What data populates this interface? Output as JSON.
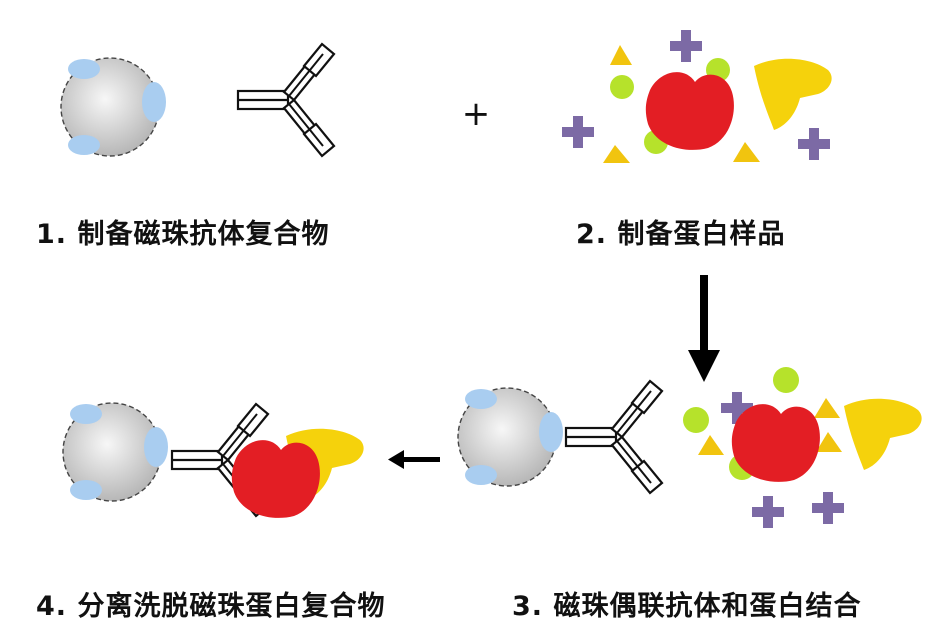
{
  "steps": [
    {
      "number": "1.",
      "caption": "1. 制备磁珠抗体复合物"
    },
    {
      "number": "2.",
      "caption": "2. 制备蛋白样品"
    },
    {
      "number": "3.",
      "caption": "3. 磁珠偶联抗体和蛋白结合"
    },
    {
      "number": "4.",
      "caption": "4. 分离洗脱磁珠蛋白复合物"
    }
  ],
  "plus_symbol": "+",
  "colors": {
    "bead_light": "#f7f7f7",
    "bead_dark": "#b5b5b5",
    "bead_patch": "#a9cdf0",
    "antibody_stroke": "#111111",
    "target_protein": "#e31e24",
    "yellow_protein": "#f5d20c",
    "green_circle": "#b6e22b",
    "yellow_triangle": "#f1c40f",
    "purple_cross": "#7c6aa5",
    "arrow": "#000000"
  },
  "icons": {
    "bead": "magnetic-bead-icon",
    "antibody": "y-shaped-antibody-icon",
    "target": "red-target-protein-icon",
    "arrow_down": "arrow-down-icon",
    "arrow_left": "arrow-left-icon"
  }
}
